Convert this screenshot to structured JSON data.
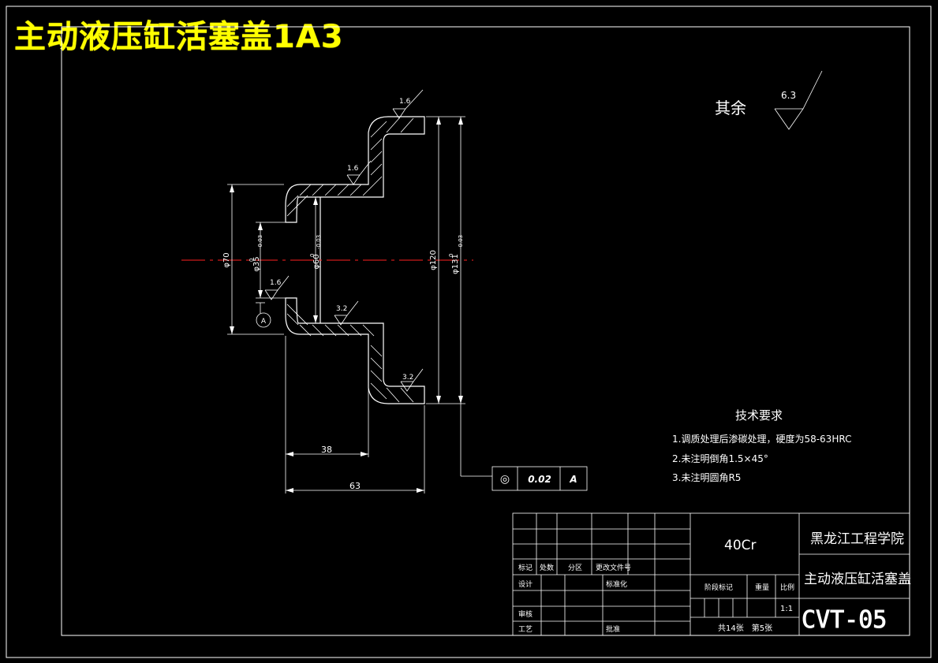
{
  "header": {
    "title": "主动液压缸活塞盖1A3"
  },
  "notes": {
    "other_label": "其余",
    "other_roughness": "6.3",
    "tech_title": "技术要求",
    "tech_items": [
      "1.调质处理后渗碳处理，硬度为58-63HRC",
      "2.未注明倒角1.5×45°",
      "3.未注明圆角R5"
    ]
  },
  "dimensions": {
    "d70": "φ70",
    "d35": "φ35",
    "d60": "φ60",
    "d120": "φ120",
    "d131": "φ131",
    "tol_upper": "0",
    "tol_lower": "-0.03",
    "len38": "38",
    "len63": "63",
    "datum": "A"
  },
  "roughness": {
    "r1": "1.6",
    "r2": "1.6",
    "r3": "1.6",
    "r4": "3.2",
    "r5": "3.2"
  },
  "tolerance_frame": {
    "symbol": "◎",
    "value": "0.02",
    "datum": "A"
  },
  "title_block": {
    "material": "40Cr",
    "school": "黑龙江工程学院",
    "part_name": "主动液压缸活塞盖",
    "drawing_no": "CVT-05",
    "hdr_mark": "标记",
    "hdr_count": "处数",
    "hdr_zone": "分区",
    "hdr_doc": "更改文件号",
    "design": "设计",
    "standard": "标准化",
    "review": "审核",
    "process": "工艺",
    "approve": "批准",
    "stage_mark": "阶段标记",
    "weight": "重量",
    "scale_label": "比例",
    "scale_value": "1:1",
    "sheets": "共14张　第5张"
  }
}
